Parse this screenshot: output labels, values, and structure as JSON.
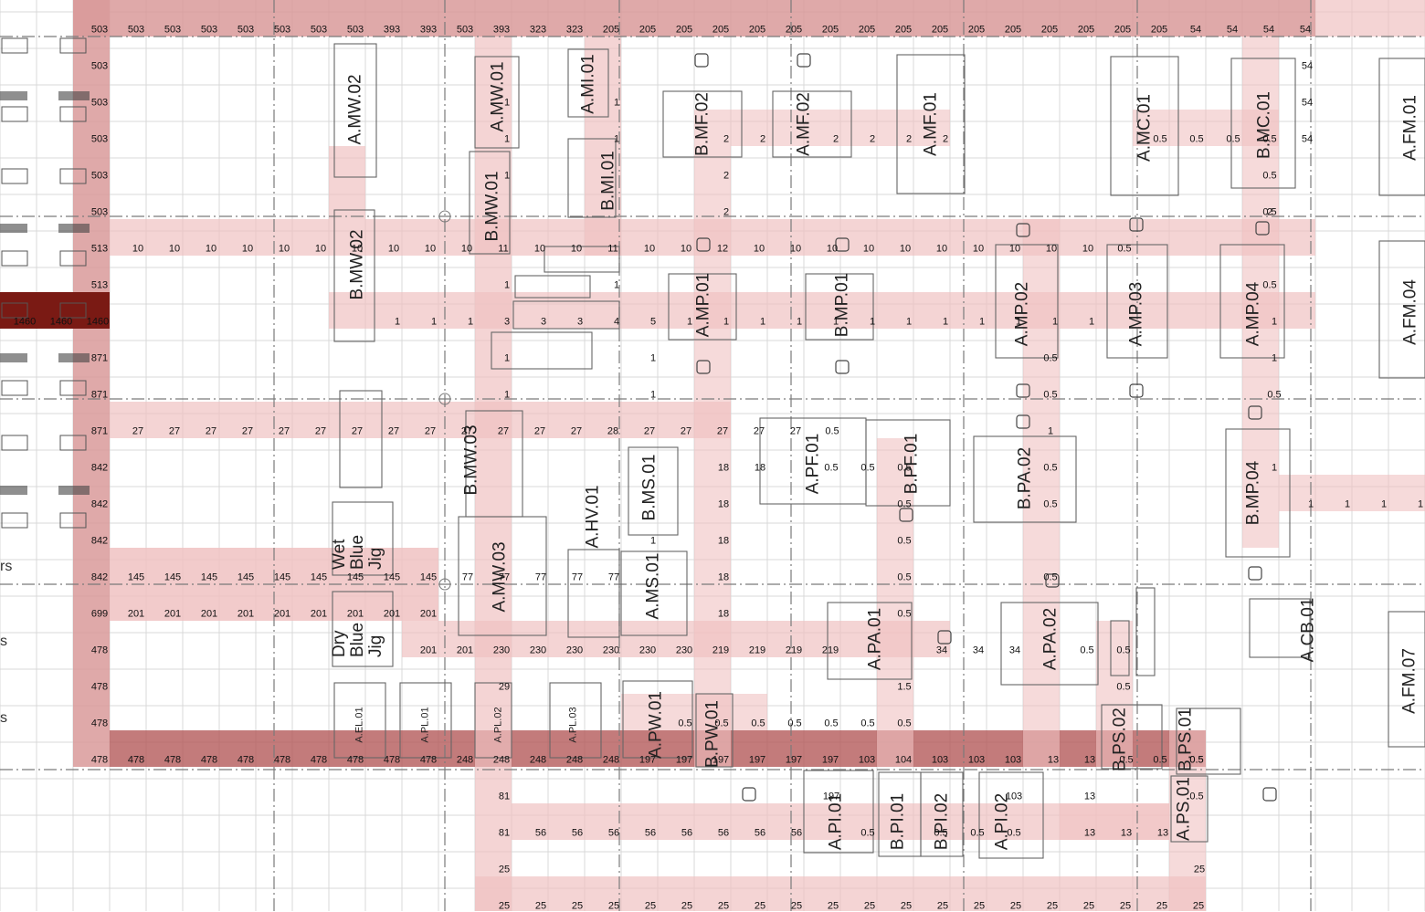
{
  "legend_fragments": [
    "rs",
    "s",
    "s"
  ],
  "colors": {
    "heat_light": "#f0c2c2",
    "heat_medium": "#d99a9a",
    "heat_dark": "#b45a5a",
    "heat_darkest": "#7a1a14",
    "grid": "#d8d8d8",
    "line": "#7a7a7a"
  },
  "machines": [
    {
      "id": "mw02",
      "label": "A.MW.02"
    },
    {
      "id": "amw01",
      "label": "A.MW.01"
    },
    {
      "id": "ami01",
      "label": "A.MI.01"
    },
    {
      "id": "bmf02",
      "label": "B.MF.02"
    },
    {
      "id": "amf02",
      "label": "A.MF.02"
    },
    {
      "id": "amf01",
      "label": "A.MF.01"
    },
    {
      "id": "amc01",
      "label": "A.MC.01"
    },
    {
      "id": "bmc01",
      "label": "B.MC.01"
    },
    {
      "id": "afm01",
      "label": "A.FM.01"
    },
    {
      "id": "bmw01",
      "label": "B.MW.01"
    },
    {
      "id": "bmi01",
      "label": "B.MI.01"
    },
    {
      "id": "bmw02",
      "label": "B.MW.02"
    },
    {
      "id": "amp01",
      "label": "A.MP.01"
    },
    {
      "id": "bmp01",
      "label": "B.MP.01"
    },
    {
      "id": "amp02",
      "label": "A.MP.02"
    },
    {
      "id": "amp03",
      "label": "A.MP.03"
    },
    {
      "id": "amp04",
      "label": "A.MP.04"
    },
    {
      "id": "afm04",
      "label": "A.FM.04"
    },
    {
      "id": "bmw03",
      "label": "B.MW.03"
    },
    {
      "id": "bms01",
      "label": "B.MS.01"
    },
    {
      "id": "ahv01",
      "label": "A.HV.01"
    },
    {
      "id": "apf01",
      "label": "A.PF.01"
    },
    {
      "id": "bpf01",
      "label": "B.PF.01"
    },
    {
      "id": "bpa02",
      "label": "B.PA.02"
    },
    {
      "id": "bmp04",
      "label": "B.MP.04"
    },
    {
      "id": "amw03",
      "label": "A.MW.03"
    },
    {
      "id": "ams01",
      "label": "A.MS.01"
    },
    {
      "id": "apa01",
      "label": "A.PA.01"
    },
    {
      "id": "apa02",
      "label": "A.PA.02"
    },
    {
      "id": "acb01",
      "label": "A.CB.01"
    },
    {
      "id": "afm07",
      "label": "A.FM.07"
    },
    {
      "id": "ael01",
      "label": "A.EL.01"
    },
    {
      "id": "apl01",
      "label": "A.PL.01"
    },
    {
      "id": "apl02",
      "label": "A.PL.02"
    },
    {
      "id": "apl03",
      "label": "A.PL.03"
    },
    {
      "id": "apw01",
      "label": "A.PW.01"
    },
    {
      "id": "bpw01",
      "label": "B.PW.01"
    },
    {
      "id": "bps02",
      "label": "B.PS.02"
    },
    {
      "id": "bps01",
      "label": "B.PS.01"
    },
    {
      "id": "aps01",
      "label": "A.PS.01"
    },
    {
      "id": "api01",
      "label": "A.PI.01"
    },
    {
      "id": "bpi01",
      "label": "B.PI.01"
    },
    {
      "id": "bpi02",
      "label": "B.PI.02"
    },
    {
      "id": "api02",
      "label": "A.PI.02"
    },
    {
      "id": "wet_jig",
      "label": "Wet Blue Jig"
    },
    {
      "id": "dry_jig",
      "label": "Dry Blue Jig"
    }
  ],
  "flow_values": {
    "r0": [
      "503",
      "503",
      "503",
      "503",
      "503",
      "503",
      "503",
      "503",
      "393",
      "393",
      "503",
      "393",
      "323",
      "323",
      "205",
      "205",
      "205",
      "205",
      "205",
      "205",
      "205",
      "205",
      "205",
      "205",
      "205",
      "205",
      "205",
      "205",
      "205",
      "205",
      "54",
      "54",
      "54",
      "54"
    ],
    "c503": [
      "503",
      "503",
      "503",
      "503",
      "503"
    ],
    "ce1": [
      "54",
      "54",
      "54"
    ],
    "r1a": [
      "1",
      "1",
      "1",
      "1",
      "2",
      "2",
      "2",
      "2",
      "2",
      "2",
      "2",
      "0.5",
      "0.5",
      "0.5",
      "0.5",
      "1",
      "2",
      "0.5",
      "2",
      "0.5"
    ],
    "r6": [
      "513",
      "10",
      "10",
      "10",
      "10",
      "10",
      "10",
      "10",
      "10",
      "10",
      "10",
      "11",
      "10",
      "10",
      "11",
      "10",
      "10",
      "12",
      "10",
      "10",
      "10",
      "10",
      "10",
      "10",
      "10",
      "10",
      "10",
      "10",
      "0.5"
    ],
    "r7": [
      "513",
      "1",
      "1",
      "0.5"
    ],
    "r8": [
      "1460",
      "1460",
      "1460",
      "1",
      "1",
      "1",
      "3",
      "3",
      "3",
      "4",
      "5",
      "1",
      "1",
      "1",
      "1",
      "1",
      "1",
      "1",
      "1",
      "1",
      "1",
      "1",
      "1",
      "1"
    ],
    "r9": [
      "871",
      "1",
      "1",
      "0.5",
      "1"
    ],
    "r10": [
      "871",
      "1",
      "1",
      "0.5",
      "0.5"
    ],
    "r11": [
      "871",
      "27",
      "27",
      "27",
      "27",
      "27",
      "27",
      "27",
      "27",
      "27",
      "27",
      "27",
      "27",
      "27",
      "28",
      "27",
      "27",
      "27",
      "27",
      "27",
      "0.5",
      "1"
    ],
    "r12": [
      "842",
      "18",
      "18",
      "0.5",
      "0.5",
      "0.5",
      "0.5",
      "1"
    ],
    "r13": [
      "842",
      "18",
      "0.5",
      "0.5",
      "1",
      "1",
      "1",
      "1"
    ],
    "r14": [
      "842",
      "1",
      "18",
      "0.5"
    ],
    "r15": [
      "842",
      "145",
      "145",
      "145",
      "145",
      "145",
      "145",
      "145",
      "145",
      "145",
      "77",
      "77",
      "77",
      "77",
      "77",
      "18",
      "0.5",
      "0.5"
    ],
    "r16": [
      "699",
      "201",
      "201",
      "201",
      "201",
      "201",
      "201",
      "201",
      "201",
      "201",
      "18",
      "0.5"
    ],
    "r17": [
      "478",
      "201",
      "201",
      "230",
      "230",
      "230",
      "230",
      "230",
      "230",
      "219",
      "219",
      "219",
      "219",
      "34",
      "34",
      "34",
      "0.5",
      "0.5"
    ],
    "r18": [
      "478",
      "29",
      "1.5",
      "0.5"
    ],
    "r19": [
      "478",
      "0.5",
      "0.5",
      "0.5",
      "0.5",
      "0.5",
      "0.5",
      "0.5",
      "1.5"
    ],
    "r20": [
      "478",
      "478",
      "478",
      "478",
      "478",
      "478",
      "478",
      "478",
      "478",
      "478",
      "248",
      "248",
      "248",
      "248",
      "248",
      "197",
      "197",
      "197",
      "197",
      "197",
      "197",
      "103",
      "104",
      "103",
      "103",
      "103",
      "13",
      "13",
      "0.5",
      "0.5",
      "0.5",
      "0.5"
    ],
    "r21": [
      "81",
      "197",
      "103",
      "13",
      "0.5"
    ],
    "r22": [
      "81",
      "56",
      "56",
      "56",
      "56",
      "56",
      "56",
      "56",
      "56",
      "0.5",
      "0.5",
      "0.5",
      "0.5",
      "13",
      "13",
      "13"
    ],
    "r23": [
      "25",
      "25"
    ],
    "r24": [
      "25",
      "25",
      "25",
      "25",
      "25",
      "25",
      "25",
      "25",
      "25",
      "25",
      "25",
      "25",
      "25",
      "25",
      "25",
      "25",
      "25",
      "25",
      "25",
      "25"
    ]
  }
}
